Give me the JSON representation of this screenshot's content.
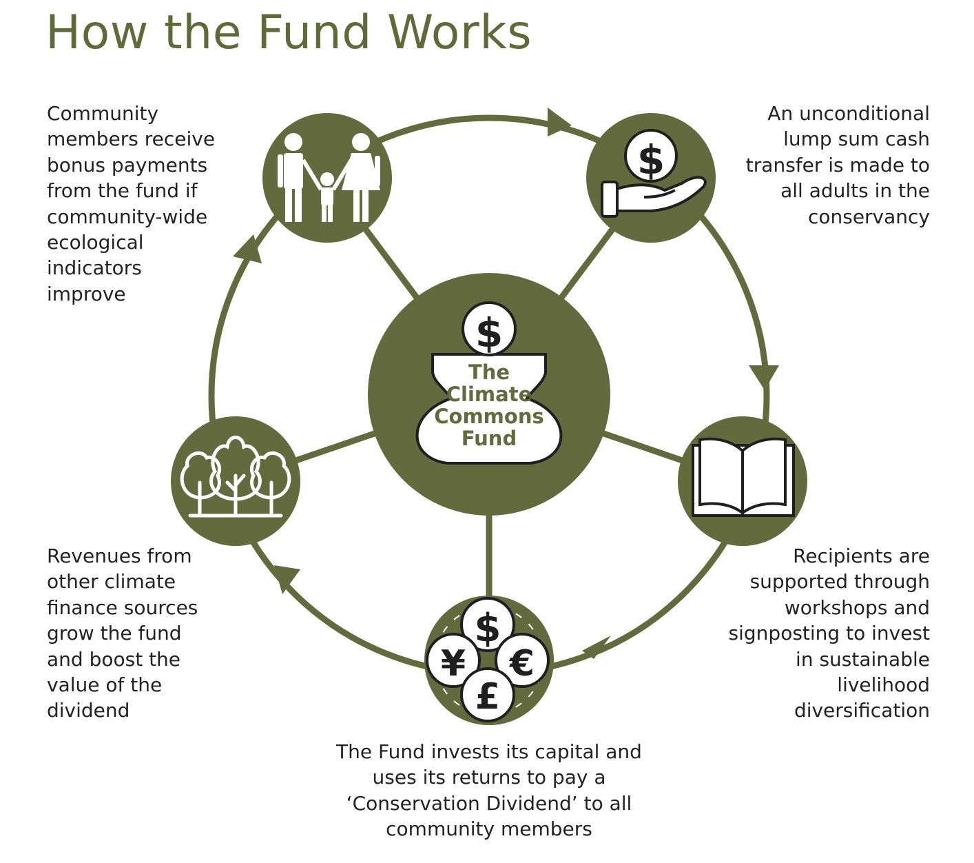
{
  "title": "How the Fund Works",
  "center": {
    "lines": [
      "The",
      "Climate",
      "Commons",
      "Fund"
    ]
  },
  "steps": [
    {
      "id": "cash-transfer",
      "icon": "hand-dollar-icon",
      "text": "An unconditional\nlump sum cash\ntransfer is made to\nall adults in the\nconservancy"
    },
    {
      "id": "workshops",
      "icon": "open-book-icon",
      "text": "Recipients are\nsupported through\nworkshops and\nsignposting to invest\nin sustainable\nlivelihood\ndiversification"
    },
    {
      "id": "dividend",
      "icon": "currency-coins-icon",
      "text": "The Fund invests its capital and\nuses its returns to pay a\n‘Conservation Dividend’ to all\ncommunity members"
    },
    {
      "id": "revenues",
      "icon": "trees-icon",
      "text": "Revenues from\nother climate\nfinance sources\ngrow the fund\nand boost the\nvalue of the\ndividend"
    },
    {
      "id": "bonus",
      "icon": "family-icon",
      "text": "Community\nmembers receive\nbonus payments\nfrom the fund if\ncommunity-wide\necological\nindicators\nimprove"
    }
  ],
  "coins": {
    "dollar": "$",
    "yen": "¥",
    "euro": "€",
    "pound": "£"
  },
  "colors": {
    "accent": "#636b3e",
    "title": "#5e6a38",
    "text": "#222222"
  }
}
